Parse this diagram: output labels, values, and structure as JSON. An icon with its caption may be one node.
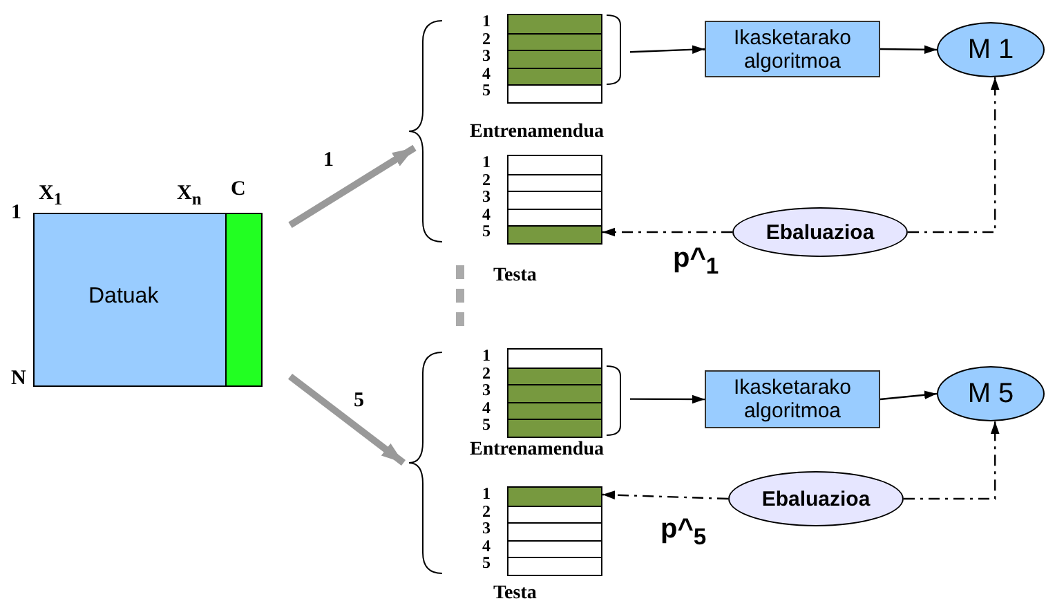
{
  "diagram": {
    "nodes": [
      {
        "text": [
          "Datuak"
        ],
        "beside": [
          "X$_{1}$",
          "X$_{n}$",
          "C",
          "1",
          "N"
        ]
      },
      {
        "text": [
          "Entrenamendua"
        ]
      },
      {
        "text": [
          "Ikasketarako algoritmoa"
        ]
      },
      {
        "text": [
          "M 1"
        ]
      },
      {
        "text": [
          "Testa"
        ]
      },
      {
        "text": [
          "Ebaluazioa"
        ]
      },
      {
        "text": [
          "Entrenamendua"
        ]
      },
      {
        "text": [
          "Ikasketarako algoritmoa"
        ]
      },
      {
        "text": [
          "M 5"
        ]
      },
      {
        "text": [
          "Testa"
        ]
      },
      {
        "text": [
          "Ebaluazioa"
        ]
      }
    ],
    "edges": [
      {
        "from": 0,
        "to": 1,
        "arrow": "to",
        "label": "1",
        "style": "thick",
        "color": "#999999"
      },
      {
        "from": 0,
        "to": 6,
        "arrow": "to",
        "label": "5",
        "style": "thick",
        "color": "#999999"
      },
      {
        "from": 1,
        "to": 2,
        "arrow": "to"
      },
      {
        "from": 2,
        "to": 3,
        "arrow": "to"
      },
      {
        "from": 5,
        "to": 3,
        "arrow": "to",
        "style": "dashed"
      },
      {
        "from": 5,
        "to": 4,
        "arrow": "to",
        "style": "dashed",
        "label": "p^$_{1}$"
      },
      {
        "from": 6,
        "to": 7,
        "arrow": "to"
      },
      {
        "from": 7,
        "to": 8,
        "arrow": "to"
      },
      {
        "from": 10,
        "to": 8,
        "arrow": "to",
        "style": "dashed"
      },
      {
        "from": 10,
        "to": 9,
        "arrow": "to",
        "style": "dashed",
        "label": "p^$_{5}$"
      }
    ],
    "labels": [
      "1",
      "2",
      "3",
      "4",
      "5",
      "1",
      "2",
      "3",
      "4",
      "5",
      "1",
      "2",
      "3",
      "4",
      "5",
      "1",
      "2",
      "3",
      "4",
      "5"
    ]
  }
}
